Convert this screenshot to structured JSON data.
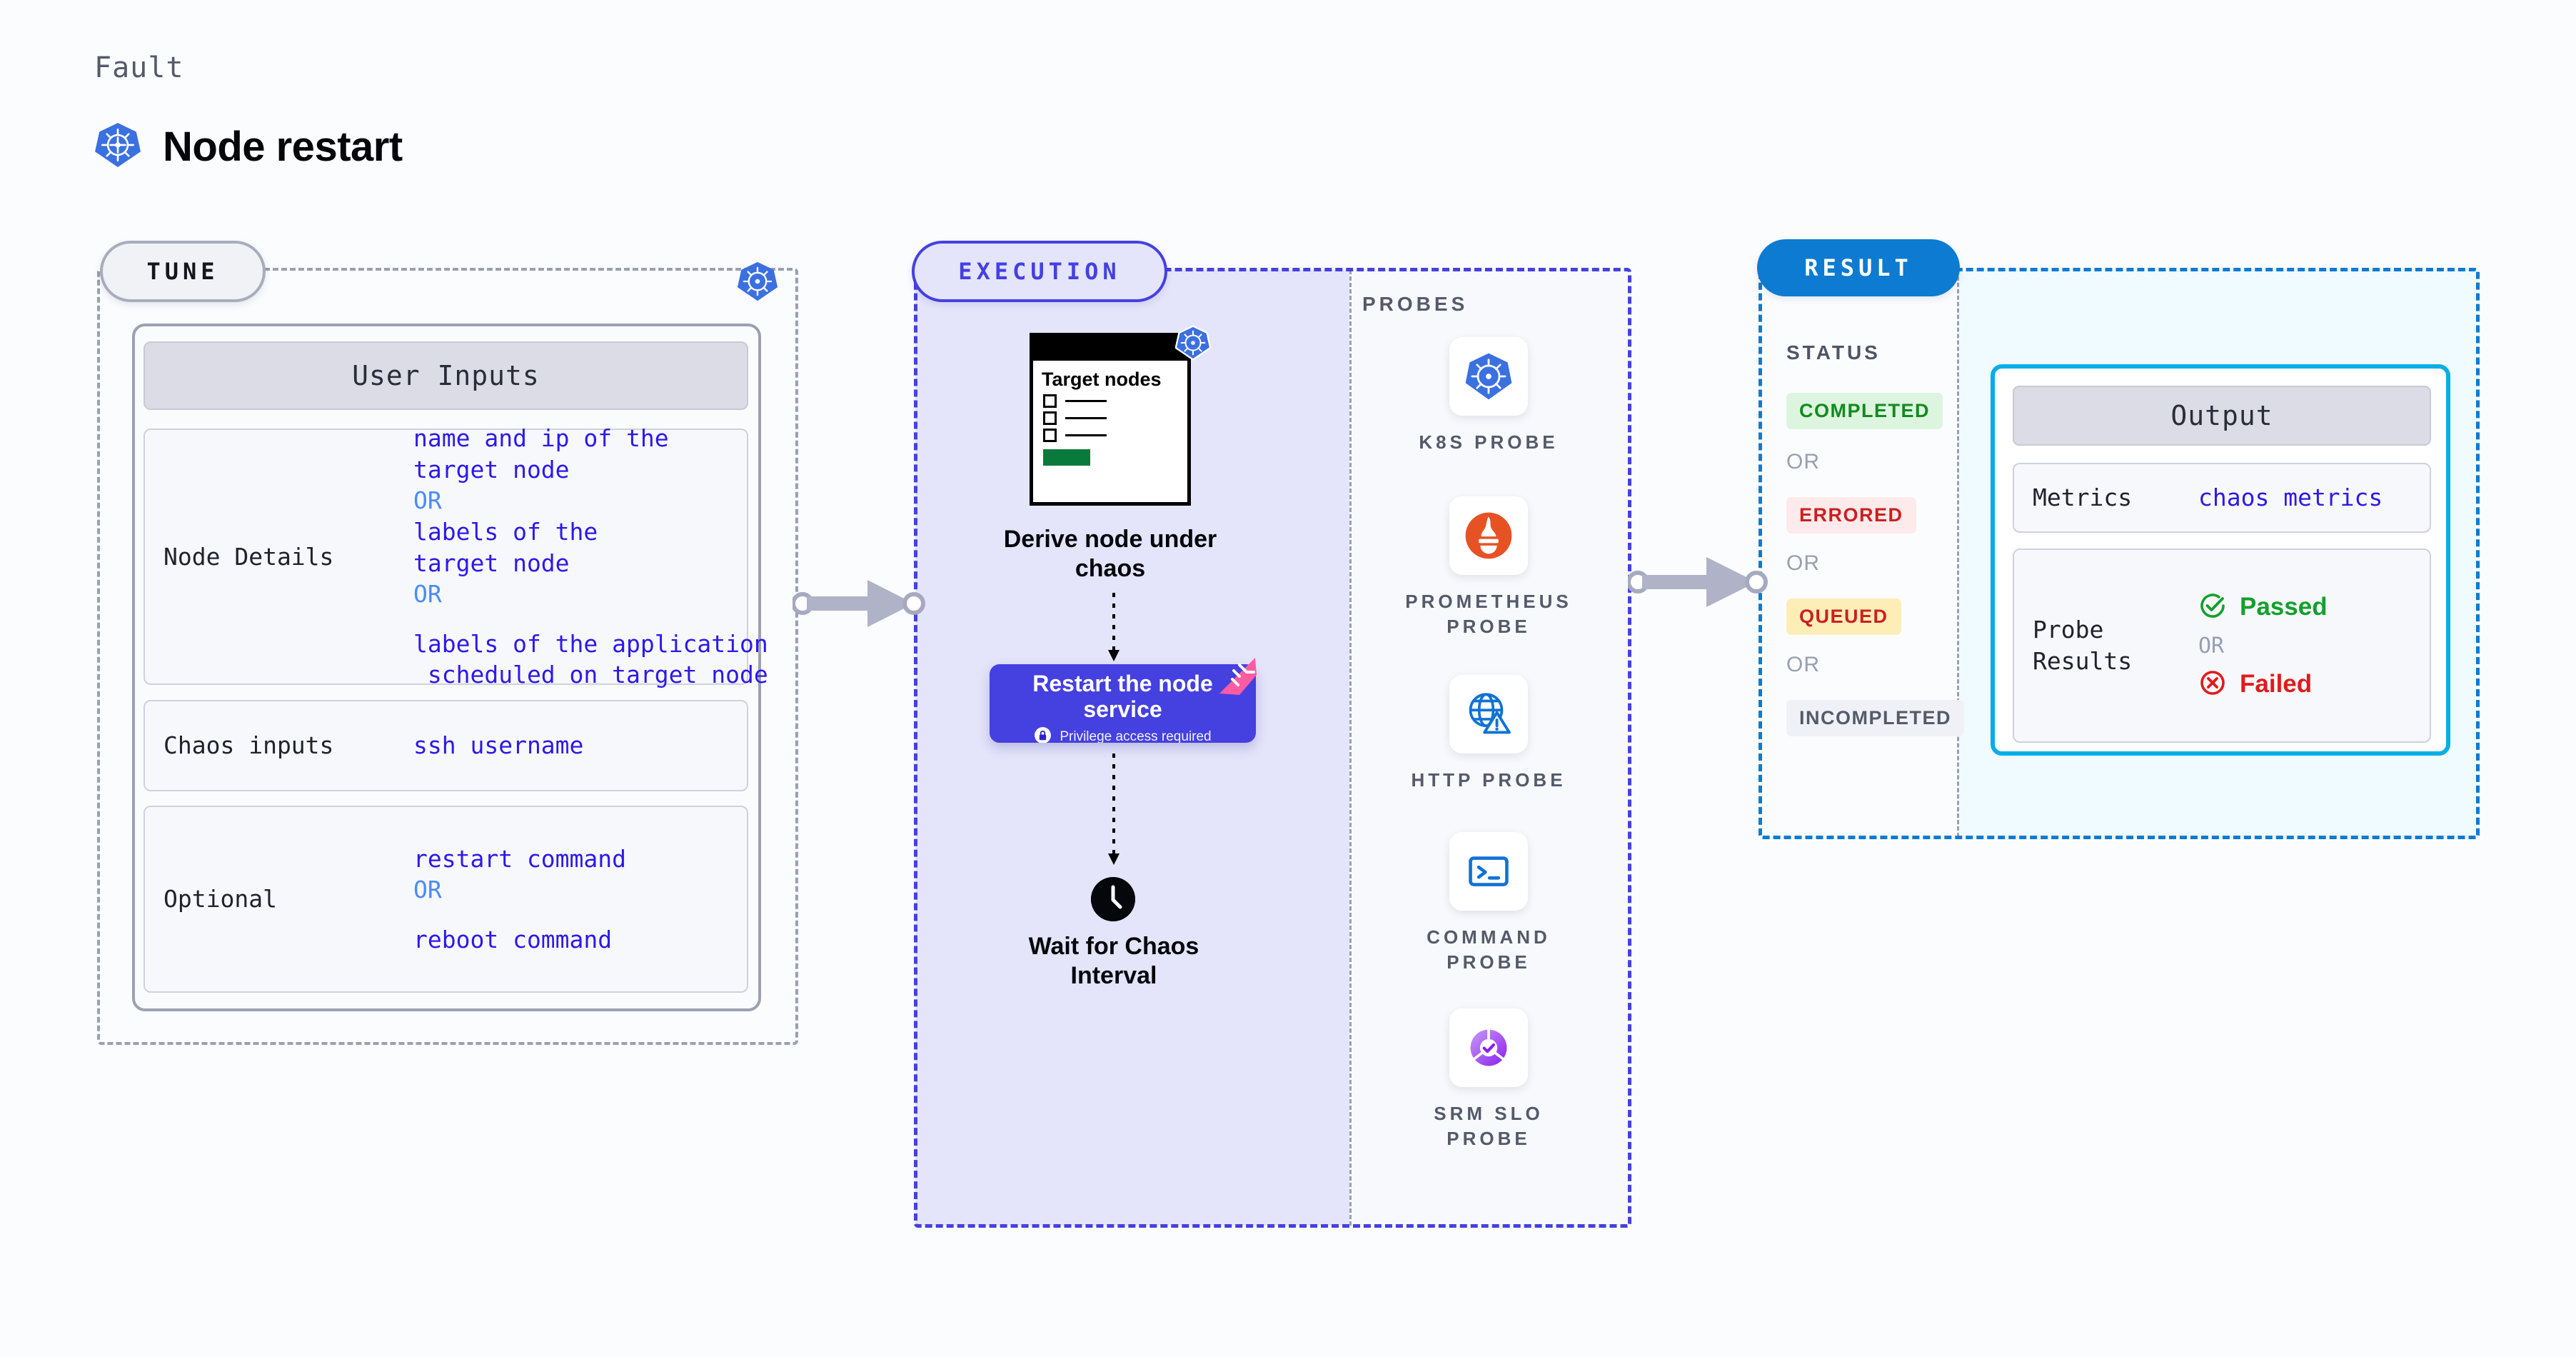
{
  "header": {
    "kicker": "Fault",
    "title": "Node restart",
    "icon": "kubernetes-icon"
  },
  "stages": {
    "tune": "TUNE",
    "execution": "EXECUTION",
    "result": "RESULT"
  },
  "tune": {
    "card_title": "User Inputs",
    "platform_icon": "kubernetes-icon",
    "rows": [
      {
        "key": "Node Details",
        "values": [
          "name and ip of the\ntarget node",
          "labels of the\ntarget node",
          "labels of the application\n scheduled on target node"
        ],
        "or": "OR"
      },
      {
        "key": "Chaos inputs",
        "values": [
          "ssh username"
        ],
        "or": "OR"
      },
      {
        "key": "Optional",
        "values": [
          "restart command",
          "reboot command"
        ],
        "or": "OR"
      }
    ]
  },
  "execution": {
    "target_card": {
      "heading": "Target nodes",
      "checkbox_rows": 3
    },
    "derive_label": "Derive node under\nchaos",
    "action": {
      "title": "Restart the node\nservice",
      "badge": "Privilege access required",
      "lock_icon": "lock-icon",
      "burst_icon": "chaos-burst-icon"
    },
    "wait": {
      "icon": "clock-icon",
      "label": "Wait for Chaos\nInterval"
    },
    "probes_label": "PROBES",
    "probes": [
      {
        "name": "K8S PROBE",
        "icon": "kubernetes-icon"
      },
      {
        "name": "PROMETHEUS PROBE",
        "icon": "prometheus-icon"
      },
      {
        "name": "HTTP PROBE",
        "icon": "http-globe-warning-icon"
      },
      {
        "name": "COMMAND PROBE",
        "icon": "terminal-icon"
      },
      {
        "name": "SRM SLO PROBE",
        "icon": "srm-slo-icon"
      }
    ]
  },
  "result": {
    "status_label": "STATUS",
    "or": "OR",
    "statuses": [
      {
        "label": "COMPLETED",
        "bg": "#ddf5df",
        "fg": "#138a1f"
      },
      {
        "label": "ERRORED",
        "bg": "#fdeaea",
        "fg": "#cc1f1f"
      },
      {
        "label": "QUEUED",
        "bg": "#fdeeb8",
        "fg": "#cc1f1f"
      },
      {
        "label": "INCOMPLETED",
        "bg": "#f0f1f6",
        "fg": "#555a6b"
      }
    ],
    "output": {
      "title": "Output",
      "metrics_key": "Metrics",
      "metrics_value": "chaos metrics",
      "probe_results_key": "Probe\nResults",
      "passed": "Passed",
      "failed": "Failed",
      "or": "OR",
      "pass_icon": "check-circle-icon",
      "fail_icon": "x-circle-icon"
    }
  },
  "colors": {
    "tune_border": "#9aa0b0",
    "execution_accent": "#4540e0",
    "result_accent": "#0b7ad2",
    "output_accent": "#06aee8",
    "value_text": "#2d19e8",
    "or_text": "#4a8cf7"
  }
}
